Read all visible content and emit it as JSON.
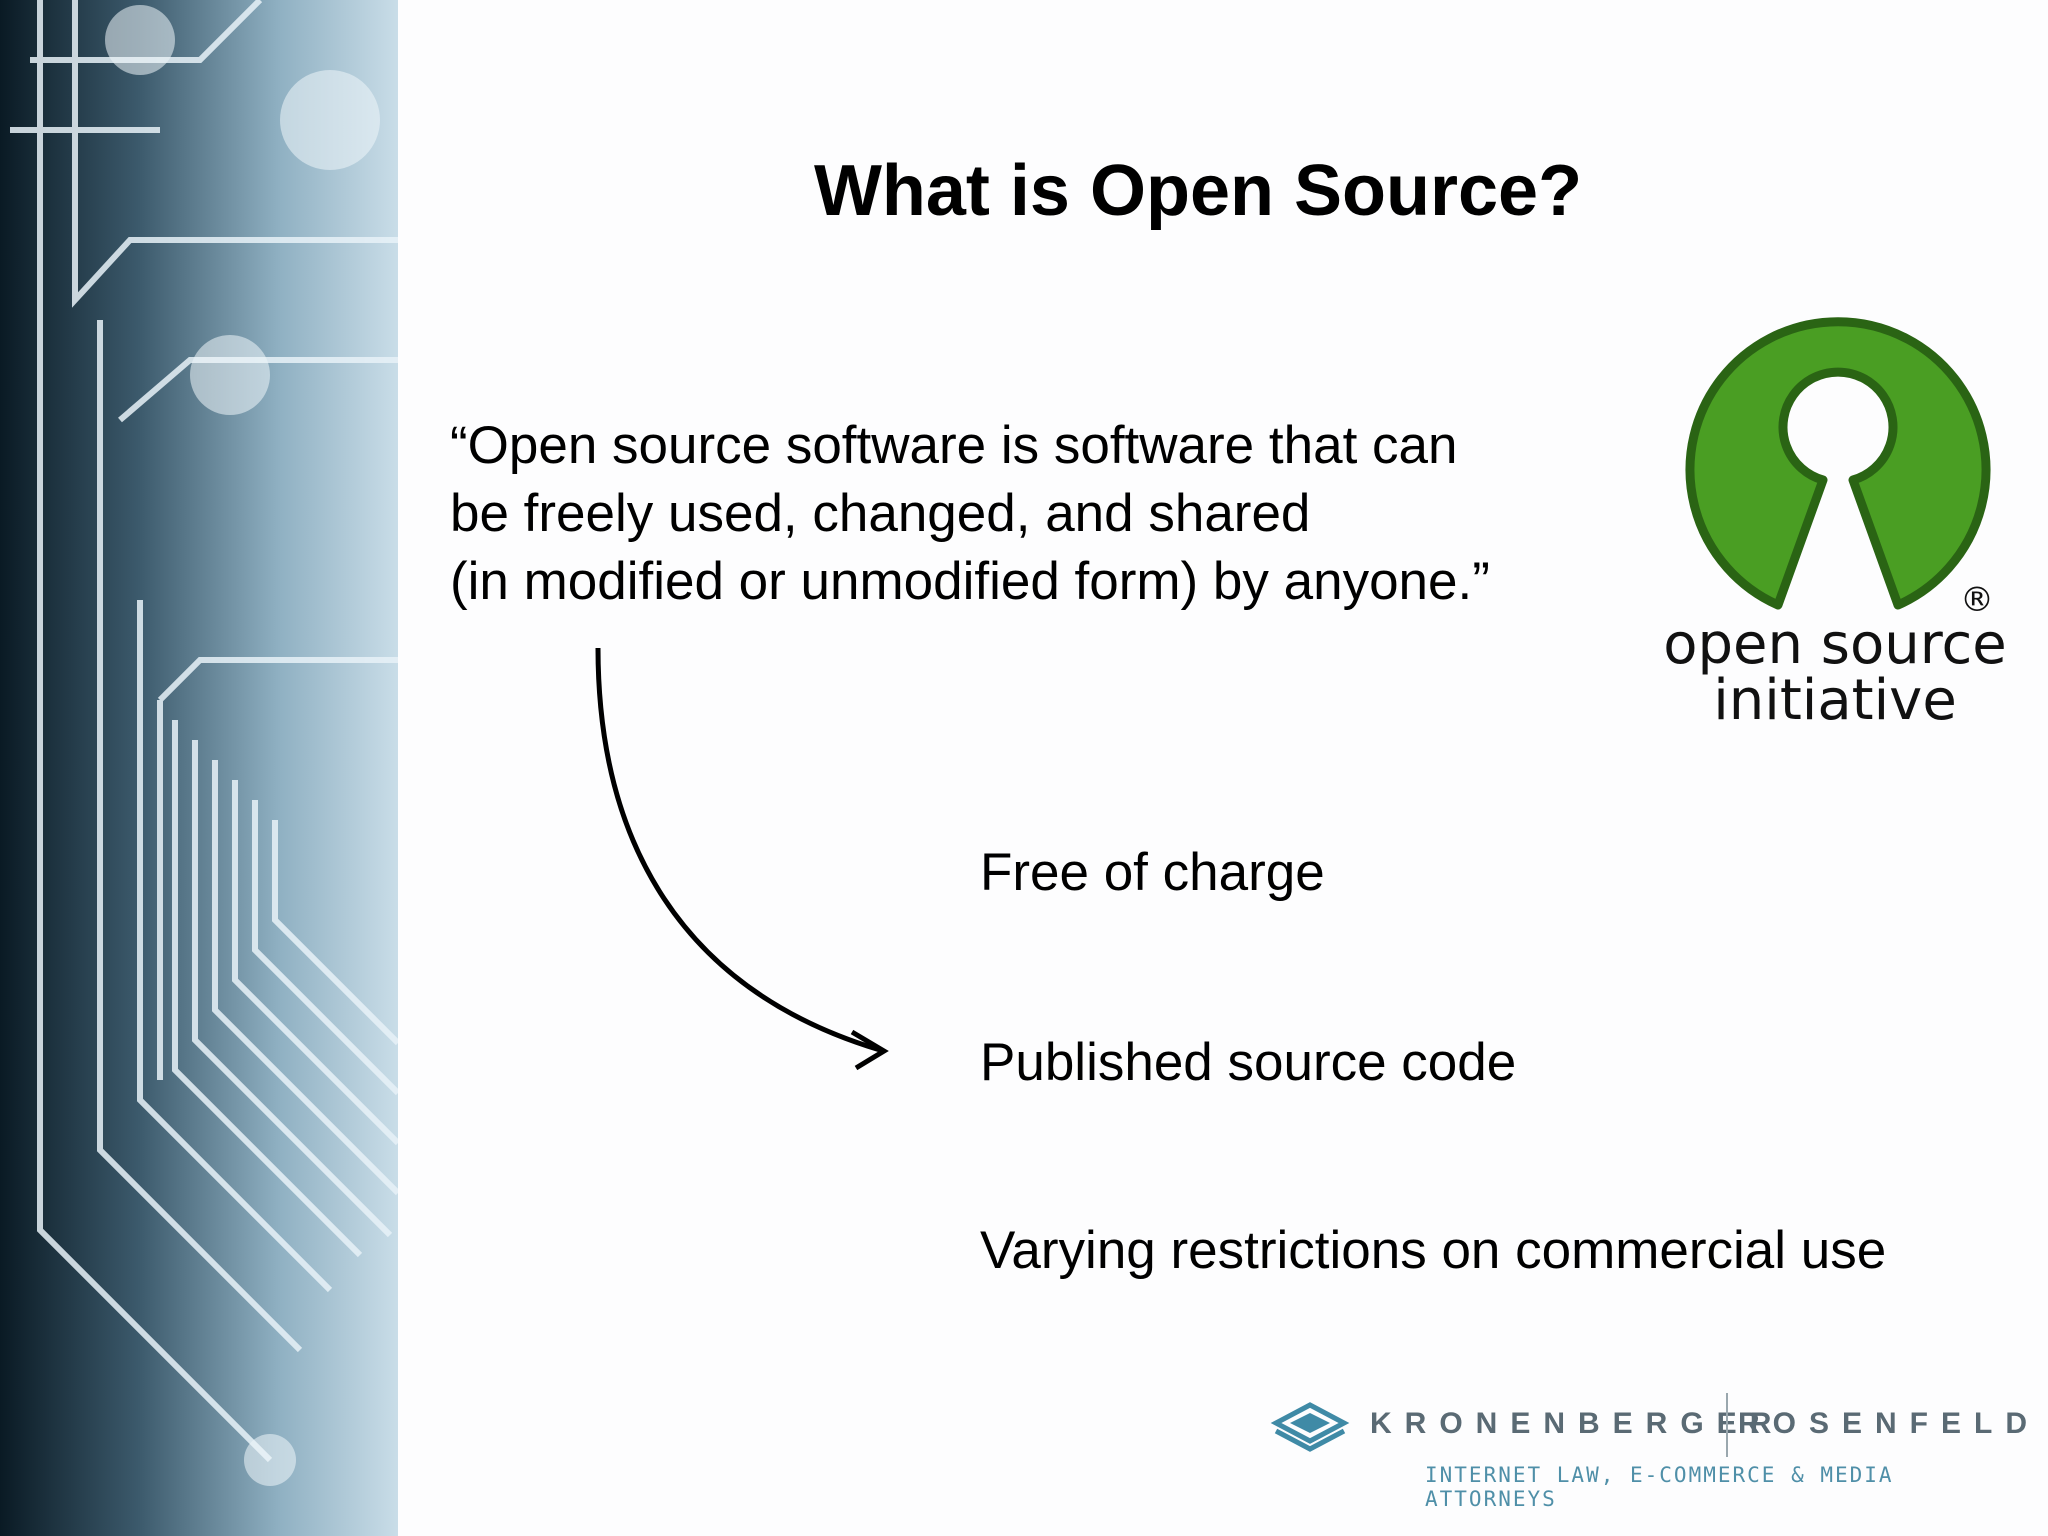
{
  "slide": {
    "title": "What is Open Source?",
    "quote_lines": [
      "“Open source software is software that can",
      "be freely used, changed, and shared",
      "(in modified or unmodified form) by anyone.”"
    ],
    "bullets": [
      "Free of charge",
      "Published source code",
      "Varying restrictions on commercial use"
    ]
  },
  "osi_logo": {
    "line1": "open source",
    "line2": "initiative",
    "registered_mark": "®",
    "color": "#4a9e23"
  },
  "firm_logo": {
    "name_left": "KRONENBERGER",
    "name_right": "ROSENFELD",
    "tagline": "INTERNET LAW, E-COMMERCE & MEDIA ATTORNEYS",
    "icon": "layered-diamond-icon"
  },
  "colors": {
    "text": "#000000",
    "side_panel_dark": "#0a1a24",
    "side_panel_light": "#c9dde8",
    "firm_accent": "#4f8fa8"
  }
}
